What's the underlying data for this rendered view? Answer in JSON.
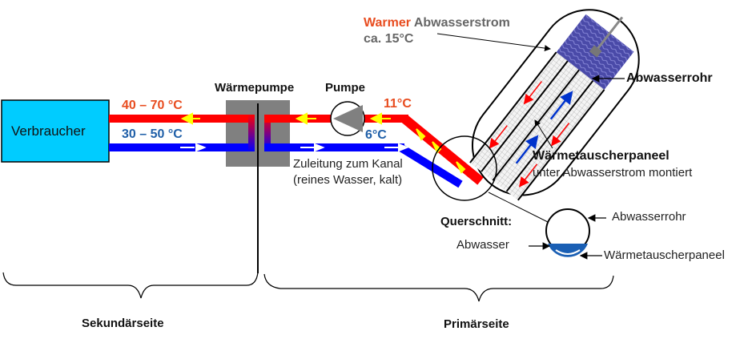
{
  "colors": {
    "hot": "#ff0000",
    "cold": "#0000ff",
    "hot_text": "#e84c1f",
    "cold_text": "#1f5fa8",
    "consumer_fill": "#00ccff",
    "heat_pump_fill": "#808080",
    "pump_fill": "#808080",
    "panel_blue": "#4a4aa8",
    "water_blue": "#1a5fb4",
    "grey_text": "#666666"
  },
  "consumer": {
    "label": "Verbraucher"
  },
  "secondary": {
    "supply_temp": "40 – 70 °C",
    "return_temp": "30 – 50 °C"
  },
  "heat_pump": {
    "label": "Wärmepumpe"
  },
  "pump": {
    "label": "Pumpe"
  },
  "primary": {
    "hot_temp": "11°C",
    "cold_temp": "6°C",
    "feed_label_line1": "Zuleitung zum Kanal",
    "feed_label_line2": "(reines Wasser, kalt)"
  },
  "sewage_flow": {
    "warm_word": "Warmer",
    "label_rest": " Abwasserstrom",
    "temp": "ca. 15°C"
  },
  "pipe_label": "Abwasserrohr",
  "panel_label": {
    "title": "Wärmetauscherpaneel",
    "subtitle": "unter Abwasserstrom montiert"
  },
  "cross_section": {
    "title": "Querschnitt:",
    "pipe": "Abwasserrohr",
    "water": "Abwasser",
    "panel": "Wärmetauscherpaneel"
  },
  "sides": {
    "secondary": "Sekundärseite",
    "primary": "Primärseite"
  }
}
